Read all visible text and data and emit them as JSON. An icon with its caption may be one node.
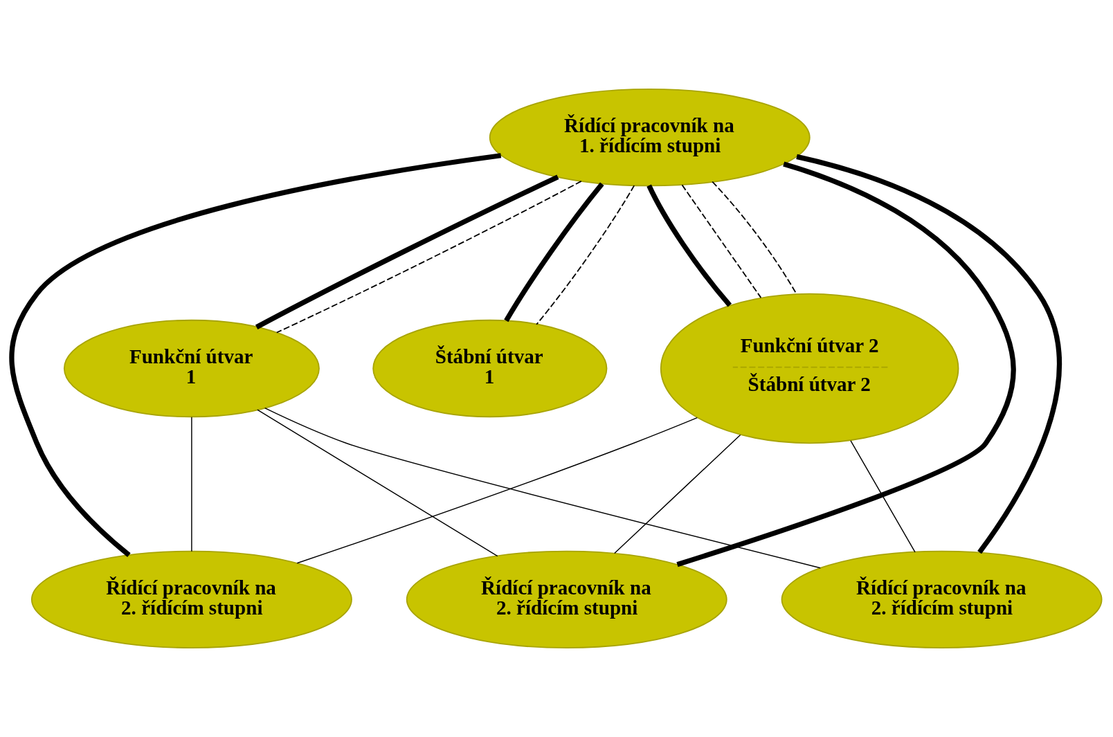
{
  "diagram": {
    "nodes": [
      {
        "text": [
          "Řídící pracovník na 1. řídícím stupni"
        ]
      },
      {
        "text": [
          "Funkční útvar 1"
        ]
      },
      {
        "text": [
          "Štábní útvar 1"
        ]
      },
      {
        "text": [
          "Funkční útvar 2",
          "Štábní útvar 2"
        ]
      },
      {
        "text": [
          "Řídící pracovník na 2. řídícím stupni"
        ]
      },
      {
        "text": [
          "Řídící pracovník na 2. řídícím stupni"
        ]
      },
      {
        "text": [
          "Řídící pracovník na 2. řídícím stupni"
        ]
      }
    ],
    "edges": [
      {
        "from": 0,
        "to": 1,
        "arrow": "none",
        "style": "thick"
      },
      {
        "from": 0,
        "to": 2,
        "arrow": "none",
        "style": "thick"
      },
      {
        "from": 0,
        "to": 3,
        "arrow": "none",
        "style": "thick"
      },
      {
        "from": 0,
        "to": 4,
        "arrow": "none",
        "style": "thick"
      },
      {
        "from": 0,
        "to": 5,
        "arrow": "none",
        "style": "thick"
      },
      {
        "from": 0,
        "to": 6,
        "arrow": "none",
        "style": "thick"
      },
      {
        "from": 0,
        "to": 1,
        "arrow": "none",
        "style": "dashed"
      },
      {
        "from": 0,
        "to": 3,
        "arrow": "none",
        "style": "dashed"
      },
      {
        "from": 0,
        "to": 2,
        "arrow": "none",
        "style": "dashed"
      },
      {
        "from": 0,
        "to": 3,
        "arrow": "none",
        "style": "dashed"
      },
      {
        "from": 1,
        "to": 4,
        "arrow": "none"
      },
      {
        "from": 1,
        "to": 5,
        "arrow": "none"
      },
      {
        "from": 1,
        "to": 6,
        "arrow": "none"
      },
      {
        "from": 3,
        "to": 4,
        "arrow": "none"
      },
      {
        "from": 3,
        "to": 5,
        "arrow": "none"
      },
      {
        "from": 3,
        "to": 6,
        "arrow": "none"
      }
    ]
  }
}
